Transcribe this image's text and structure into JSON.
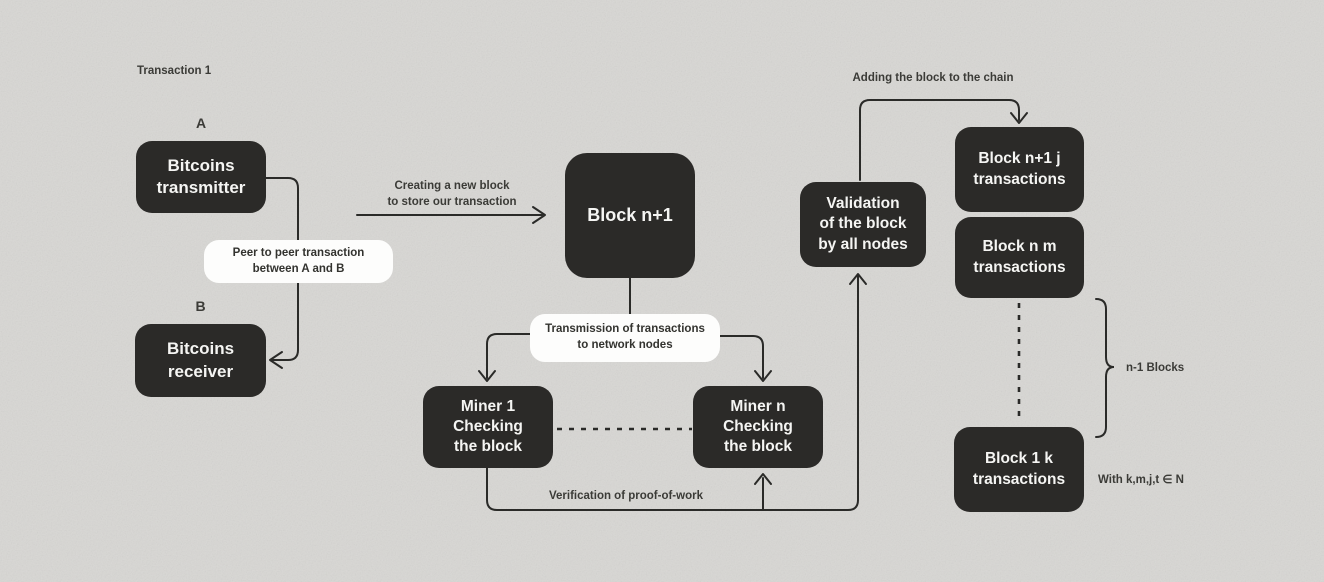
{
  "colors": {
    "background": "#d8d7d4",
    "node_fill": "#2b2a28",
    "node_text": "#f5f5f3",
    "callout_fill": "#fdfdfc",
    "callout_text": "#33332f",
    "line": "#2a2a28",
    "annotation_text": "#3b3b37"
  },
  "annotations": {
    "transaction_label": "Transaction 1",
    "sender_letter": "A",
    "receiver_letter": "B",
    "creating_block": "Creating a new block\nto store our transaction",
    "verification": "Verification of proof-of-work",
    "adding_block": "Adding the block to the chain",
    "n_minus_one_blocks": "n-1 Blocks",
    "with_membership": "With k,m,j,t ∈ N"
  },
  "callouts": {
    "peer_to_peer": "Peer to peer transaction\nbetween A and B",
    "transmission": "Transmission of transactions\nto network nodes"
  },
  "nodes": {
    "bitcoins_transmitter": "Bitcoins\ntransmitter",
    "bitcoins_receiver": "Bitcoins\nreceiver",
    "block_n_plus_1": "Block n+1",
    "miner_1": "Miner 1\nChecking\nthe block",
    "miner_n": "Miner n\nChecking\nthe block",
    "validation": "Validation\nof the block\nby all nodes",
    "block_n_plus_1_j": "Block n+1 j\ntransactions",
    "block_n_m": "Block n m\ntransactions",
    "block_1_k": "Block 1 k\ntransactions"
  }
}
